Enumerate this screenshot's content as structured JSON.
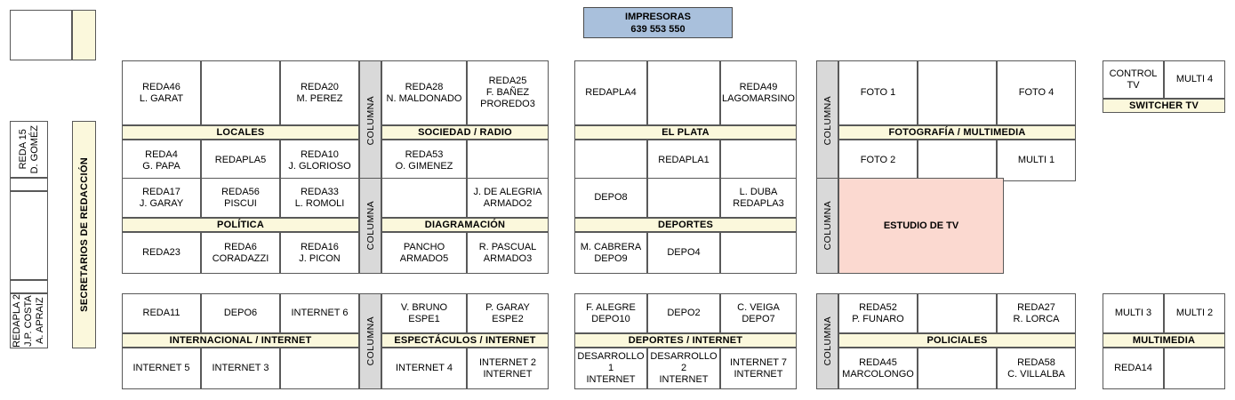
{
  "printers": {
    "title": "IMPRESORAS",
    "numbers": "639  553  550",
    "color": "#a9c0dc"
  },
  "colors": {
    "band": "#fbf8dc",
    "columna": "#d9d9d9",
    "studio": "#fbd9d0",
    "border": "#595959"
  },
  "sidebar": {
    "label": "SECRETARIOS DE REDACCIÓN",
    "top_empty": "",
    "cells": [
      {
        "name": "reda15",
        "text": "REDA 15\nD. GOMÉZ"
      },
      {
        "name": "blank-a",
        "text": ""
      },
      {
        "name": "blank-b",
        "text": ""
      },
      {
        "name": "blank-c",
        "text": ""
      },
      {
        "name": "redapla2",
        "text": "REDAPLA 2\nJ.P. COSTA\nA. APRAIZ"
      }
    ]
  },
  "columna_label": "COLUMNA",
  "blocks": {
    "locales": {
      "label": "LOCALES",
      "top": [
        "REDA46\nL. GARAT",
        "",
        "REDA20\nM. PEREZ"
      ],
      "bottom": [
        "REDA4\nG. PAPA",
        "REDAPLA5",
        "REDA10\nJ. GLORIOSO"
      ]
    },
    "sociedad_radio": {
      "label": "SOCIEDAD / RADIO",
      "top": [
        "REDA28\nN. MALDONADO",
        "REDA25\nF. BAÑEZ\nPROREDO3"
      ],
      "bottom": [
        "REDA53\nO. GIMENEZ",
        ""
      ]
    },
    "el_plata": {
      "label": "EL PLATA",
      "top": [
        "REDAPLA4",
        "",
        "REDA49\nLAGOMARSINO"
      ],
      "bottom": [
        "",
        "REDAPLA1",
        ""
      ]
    },
    "fotografia_multimedia": {
      "label": "FOTOGRAFÍA / MULTIMEDIA",
      "top": [
        "FOTO 1",
        "",
        "FOTO 4"
      ],
      "bottom": [
        "FOTO 2",
        "",
        "MULTI 1"
      ]
    },
    "switcher_tv": {
      "label": "SWITCHER TV",
      "top": [
        "CONTROL TV",
        "MULTI 4"
      ]
    },
    "politica": {
      "label": "POLÍTICA",
      "top": [
        "REDA17\nJ. GARAY",
        "REDA56\nPISCUI",
        "REDA33\nL. ROMOLI"
      ],
      "bottom": [
        "REDA23",
        "REDA6\nCORADAZZI",
        "REDA16\nJ. PICON"
      ]
    },
    "diagramacion": {
      "label": "DIAGRAMACIÓN",
      "top": [
        "",
        "J. DE ALEGRIA\nARMADO2"
      ],
      "bottom": [
        "PANCHO\nARMADO5",
        "R. PASCUAL\nARMADO3"
      ]
    },
    "deportes": {
      "label": "DEPORTES",
      "top": [
        "DEPO8",
        "",
        "L. DUBA\nREDAPLA3"
      ],
      "bottom": [
        "M. CABRERA\nDEPO9",
        "DEPO4",
        ""
      ]
    },
    "estudio_tv": {
      "label": "ESTUDIO DE TV"
    },
    "internacional_internet": {
      "label": "INTERNACIONAL / INTERNET",
      "top": [
        "REDA11",
        "DEPO6",
        "INTERNET 6"
      ],
      "bottom": [
        "INTERNET 5",
        "INTERNET 3",
        ""
      ]
    },
    "espectaculos_internet": {
      "label": "ESPECTÁCULOS / INTERNET",
      "top": [
        "V. BRUNO\nESPE1",
        "P. GARAY\nESPE2"
      ],
      "bottom": [
        "INTERNET 4",
        "INTERNET 2\nINTERNET"
      ]
    },
    "deportes_internet": {
      "label": "DEPORTES / INTERNET",
      "top": [
        "F. ALEGRE\nDEPO10",
        "DEPO2",
        "C. VEIGA\nDEPO7"
      ],
      "bottom": [
        "DESARROLLO 1\nINTERNET",
        "DESARROLLO 2\nINTERNET",
        "INTERNET 7\nINTERNET"
      ]
    },
    "policiales": {
      "label": "POLICIALES",
      "top": [
        "REDA52\nP. FUNARO",
        "",
        "REDA27\nR. LORCA"
      ],
      "bottom": [
        "REDA45\nMARCOLONGO",
        "",
        "REDA58\nC. VILLALBA"
      ]
    },
    "multimedia": {
      "label": "MULTIMEDIA",
      "top": [
        "MULTI 3",
        "MULTI 2"
      ],
      "bottom": [
        "REDA14",
        ""
      ]
    }
  }
}
